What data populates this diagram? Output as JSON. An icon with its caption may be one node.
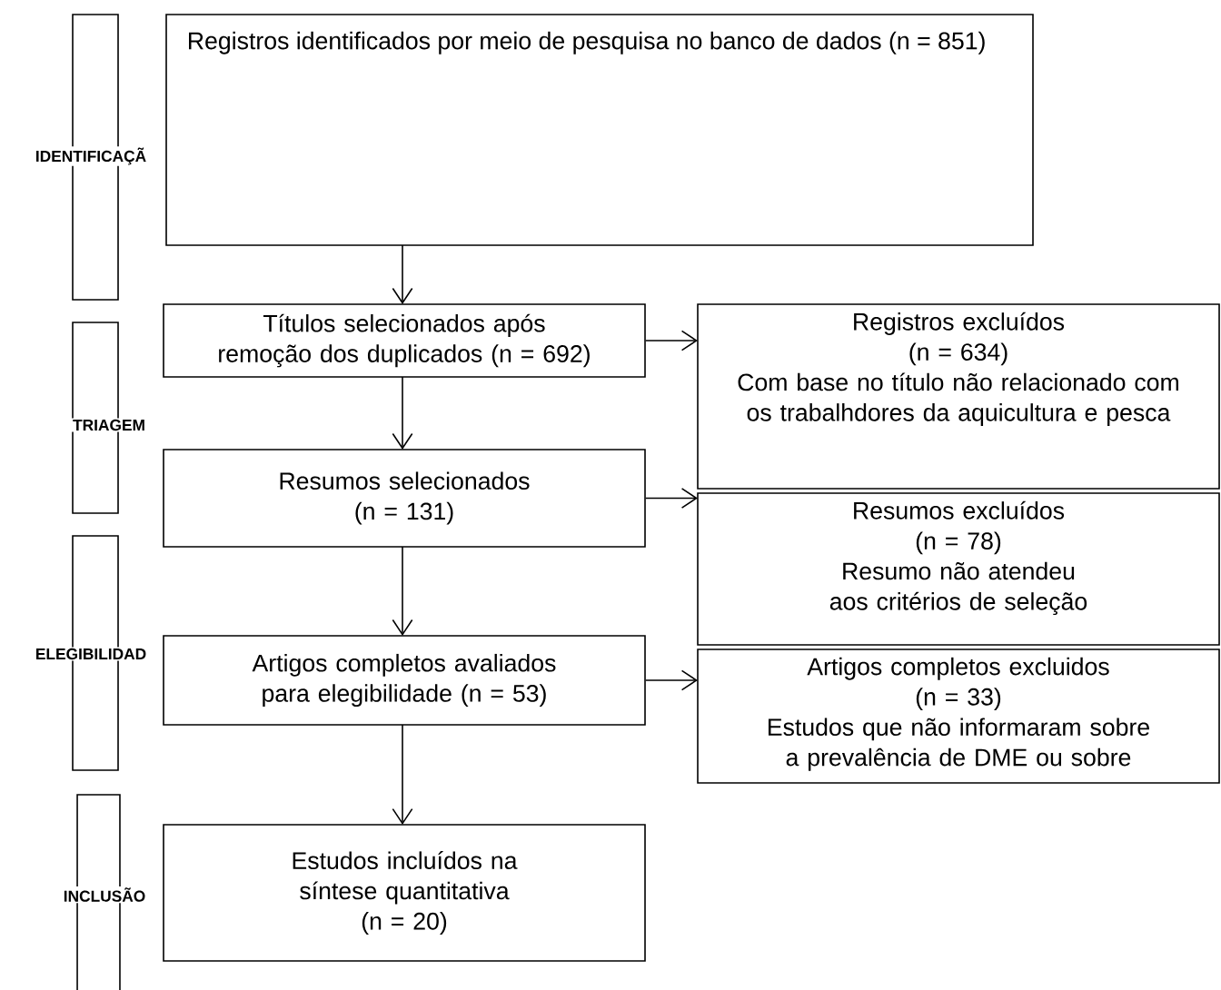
{
  "diagram": {
    "nodes": [
      {
        "text": [
          "IDENTIFICAÇÃ"
        ]
      },
      {
        "text": [
          "Registros identificados por meio de pesquisa no banco de dados (n = 851)"
        ]
      },
      {
        "text": [
          "TRIAGEM"
        ]
      },
      {
        "text": [
          "Títulos selecionados após remoção dos duplicados (n = 692)"
        ]
      },
      {
        "text": [
          "Registros excluídos",
          "(n = 634)",
          "Com base no título não relacionado com os trabalhdores da aquicultura e pesca"
        ]
      },
      {
        "text": [
          "Resumos selecionados",
          "(n = 131)"
        ]
      },
      {
        "text": [
          "Resumos excluídos",
          "(n = 78)",
          "Resumo não atendeu aos critérios de seleção"
        ]
      },
      {
        "text": [
          "ELEGIBILIDAD"
        ]
      },
      {
        "text": [
          "Artigos completos avaliados para elegibilidade (n = 53)"
        ]
      },
      {
        "text": [
          "Artigos completos excluidos",
          "(n = 33)",
          "Estudos que não informaram sobre a prevalência de DME ou sobre"
        ]
      },
      {
        "text": [
          "INCLUSÃO"
        ]
      },
      {
        "text": [
          "Estudos incluídos na síntese quantitativa",
          "(n = 20)"
        ]
      }
    ],
    "edges": [
      {
        "from": 1,
        "to": 3,
        "arrow": "to"
      },
      {
        "from": 3,
        "to": 4,
        "arrow": "to"
      },
      {
        "from": 3,
        "to": 5,
        "arrow": "to"
      },
      {
        "from": 5,
        "to": 6,
        "arrow": "to"
      },
      {
        "from": 5,
        "to": 8,
        "arrow": "to"
      },
      {
        "from": 8,
        "to": 9,
        "arrow": "to"
      },
      {
        "from": 8,
        "to": 11,
        "arrow": "to"
      }
    ]
  }
}
